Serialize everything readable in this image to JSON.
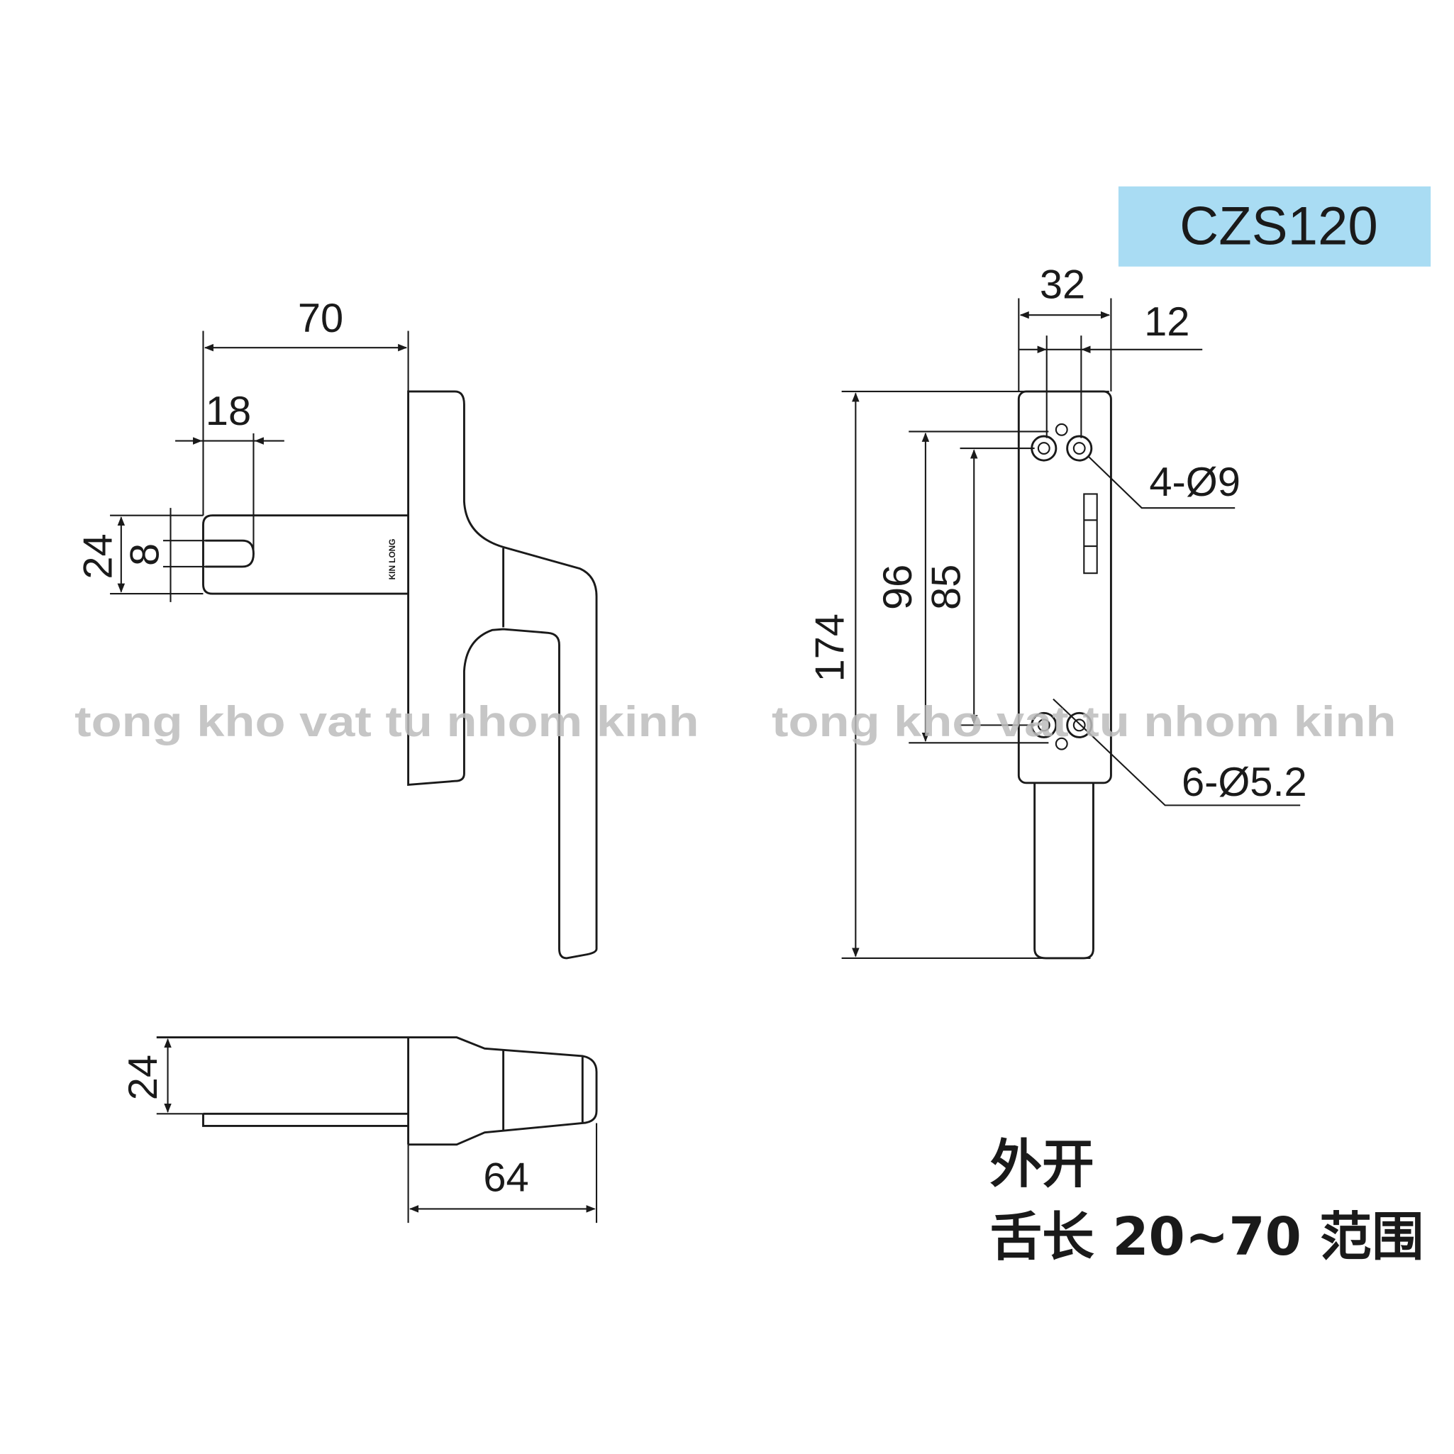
{
  "model": {
    "code": "CZS120",
    "badge_color": "#a9dcf3"
  },
  "side_view": {
    "brand_mark": "KIN LONG",
    "dims": {
      "spindle_length": "70",
      "slot_depth": "18",
      "spindle_height": "24",
      "slot_width": "8"
    }
  },
  "bottom_view": {
    "dims": {
      "thickness": "24",
      "handle_length": "64"
    }
  },
  "front_view": {
    "dims": {
      "total_height": "174",
      "hole_span_outer": "96",
      "hole_span_inner": "85",
      "plate_width": "32",
      "hole_offset": "12"
    },
    "callouts": {
      "large_holes": "4-Ø9",
      "small_holes": "6-Ø5.2"
    }
  },
  "notes": {
    "line1": "外开",
    "line2": "舌长 20~70 范围"
  },
  "watermark": {
    "left": "tong kho vat tu nhom kinh",
    "right": "tong kho vat tu nhom kinh"
  }
}
